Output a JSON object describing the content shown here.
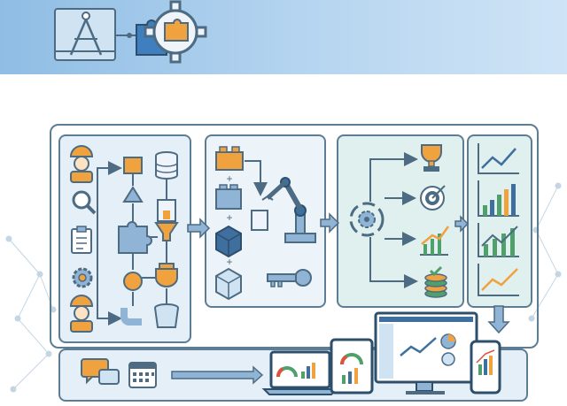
{
  "header": {
    "icons": [
      "blueprint-compass-icon",
      "puzzle-piece-icon",
      "gear-icon"
    ]
  },
  "stages": [
    {
      "name": "roles-and-tools",
      "icons": [
        "worker-icon",
        "magnifier-icon",
        "clipboard-icon",
        "gear-icon",
        "worker-icon"
      ]
    },
    {
      "name": "process-flow",
      "icons": [
        "orange-square-icon",
        "triangle-icon",
        "puzzle-piece-icon",
        "circle-icon",
        "pipe-icon",
        "database-icon",
        "funnel-icon",
        "pot-icon",
        "bucket-icon"
      ]
    },
    {
      "name": "components-and-automation",
      "icons": [
        "lego-brick-icon",
        "cube-icon",
        "cube-icon",
        "cube-icon",
        "robot-arm-icon",
        "key-icon"
      ]
    },
    {
      "name": "outcomes",
      "icons": [
        "cycle-gears-icon",
        "trophy-icon",
        "target-icon",
        "growth-chart-icon",
        "coin-stack-icon"
      ]
    },
    {
      "name": "analytics",
      "icons": [
        "line-chart-icon",
        "bar-chart-icon",
        "bar-line-chart-icon",
        "trend-chart-icon"
      ]
    }
  ],
  "bottom": {
    "icons": [
      "chat-icon",
      "calendar-icon",
      "laptop-gauge-icon",
      "tablet-gauge-icon",
      "monitor-dashboard-icon",
      "phone-chart-icon"
    ]
  },
  "colors": {
    "header": "#a7cdee",
    "stroke": "#4d6b82",
    "orange": "#f0a23e",
    "blue": "#8fb4d6",
    "green": "#4fa06a",
    "panel_blue": "#e4eff7",
    "panel_green": "#dff0ee"
  }
}
